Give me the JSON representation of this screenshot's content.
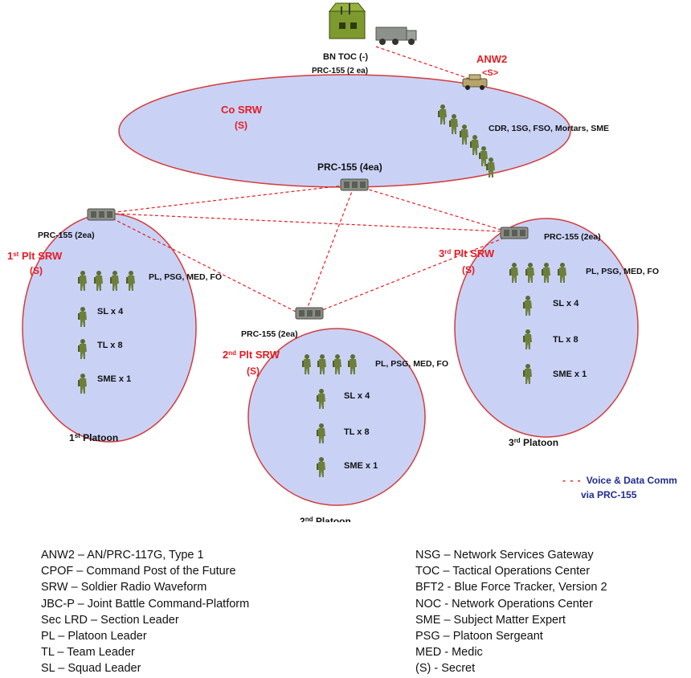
{
  "diagram": {
    "tocLabel": "BN TOC (-)",
    "tocRadio": "PRC-155 (2 ea)",
    "anw2Label": "ANW2",
    "anw2Class": "<S>",
    "company": {
      "title": "Co SRW",
      "classification": "(S)",
      "roster": "CDR, 1SG, FSO, Mortars, SME",
      "radio": "PRC-155 (4ea)"
    },
    "platoons": [
      {
        "ordinal": "1",
        "suffix": "st",
        "srw": "Plt SRW",
        "classification": "(S)",
        "radio": "PRC-155 (2ea)",
        "leaders": "PL, PSG, MED, FO",
        "sl": "SL x 4",
        "tl": "TL x 8",
        "sme": "SME x 1",
        "name": "Platoon"
      },
      {
        "ordinal": "2",
        "suffix": "nd",
        "srw": "Plt SRW",
        "classification": "(S)",
        "radio": "PRC-155 (2ea)",
        "leaders": "PL, PSG, MED, FO",
        "sl": "SL x 4",
        "tl": "TL x 8",
        "sme": "SME x 1",
        "name": "Platoon"
      },
      {
        "ordinal": "3",
        "suffix": "rd",
        "srw": "Plt SRW",
        "classification": "(S)",
        "radio": "PRC-155 (2ea)",
        "leaders": "PL, PSG, MED, FO",
        "sl": "SL x 4",
        "tl": "TL x 8",
        "sme": "SME x 1",
        "name": "Platoon"
      }
    ],
    "voiceLegend": [
      "Voice & Data Comm",
      "via PRC-155"
    ],
    "colors": {
      "ellipseFill": "#c9d2f5",
      "ellipseStroke": "#d63b3b",
      "redLink": "#e51c23",
      "soldier": "#6e7f3c",
      "radio": "#8a8f86"
    }
  },
  "glossary": {
    "left": [
      "ANW2 – AN/PRC-117G, Type 1",
      "CPOF – Command Post of the Future",
      "SRW – Soldier Radio Waveform",
      "JBC-P – Joint Battle Command-Platform",
      "Sec LRD – Section Leader",
      "PL – Platoon Leader",
      "TL – Team Leader",
      "SL – Squad Leader"
    ],
    "right": [
      "NSG – Network Services Gateway",
      "TOC – Tactical Operations Center",
      "BFT2 - Blue Force Tracker, Version 2",
      "NOC -  Network Operations Center",
      "SME – Subject Matter Expert",
      "PSG – Platoon Sergeant",
      "MED - Medic",
      "(S) - Secret"
    ]
  }
}
